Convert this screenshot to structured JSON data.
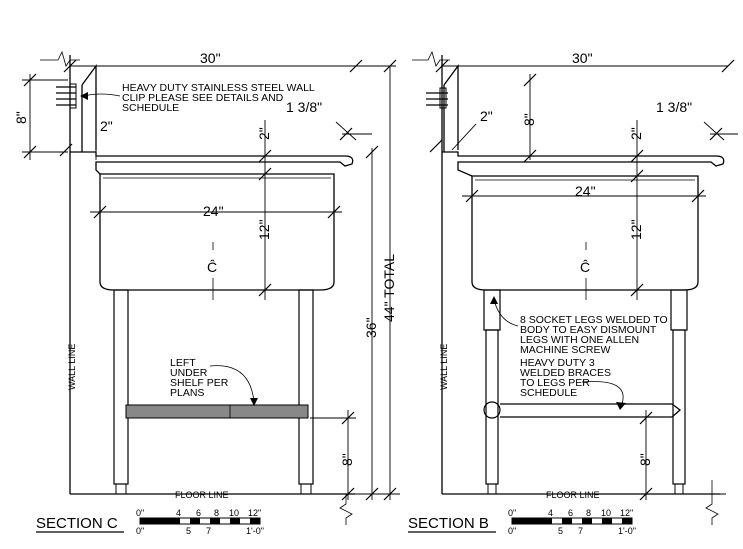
{
  "section_c": {
    "title": "SECTION C",
    "dim_width_total": "30\"",
    "dim_bowl": "24\"",
    "dim_backsplash": "8\"",
    "dim_top_gap": "2\"",
    "dim_rim": "2\"",
    "dim_bowl_depth": "12\"",
    "dim_lip": "1 3/8\"",
    "dim_height": "36\"",
    "dim_total": "44\" TOTAL",
    "dim_shelf_height": "8\"",
    "centerline": "Ĉ",
    "note_wall_clip": [
      "HEAVY DUTY STAINLESS STEEL WALL",
      "CLIP PLEASE SEE DETAILS AND",
      "SCHEDULE"
    ],
    "note_shelf": [
      "LEFT",
      "UNDER",
      "SHELF PER",
      "PLANS"
    ],
    "wall_line": "WALL LINE",
    "floor_line": "FLOOR LINE"
  },
  "section_b": {
    "title": "SECTION B",
    "dim_width_total": "30\"",
    "dim_bowl": "24\"",
    "dim_backsplash": "8\"",
    "dim_top_gap": "2\"",
    "dim_rim": "2\"",
    "dim_bowl_depth": "12\"",
    "dim_lip": "1 3/8\"",
    "dim_brace_height": "8\"",
    "centerline": "Ĉ",
    "note_legs": [
      "8 SOCKET LEGS WELDED TO",
      "BODY TO EASY DISMOUNT",
      "LEGS WITH ONE ALLEN",
      "MACHINE SCREW"
    ],
    "note_braces": [
      "HEAVY DUTY 3",
      "WELDED BRACES",
      "TO LEGS PER",
      "SCHEDULE"
    ],
    "wall_line": "WALL LINE",
    "floor_line": "FLOOR LINE"
  },
  "scale_bar": {
    "top_labels": [
      "0\"",
      "4",
      "6",
      "8",
      "10",
      "12\""
    ],
    "bottom_labels": [
      "0\"",
      "5",
      "7",
      "1'-0\""
    ]
  }
}
